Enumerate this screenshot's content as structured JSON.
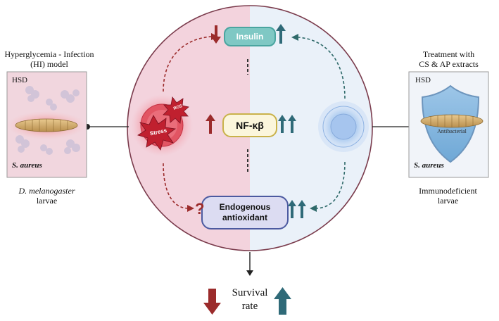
{
  "left_model": {
    "title": "Hyperglycemia - Infection\n(HI) model",
    "diet_label": "HSD",
    "pathogen_label": "S. aureus",
    "organism_label": "D. melanogaster",
    "organism_stage": "larvae"
  },
  "right_model": {
    "title": "Treatment with\nCS & AP extracts",
    "diet_label": "HSD",
    "shield_label": "Antibacterial",
    "pathogen_label": "S. aureus",
    "caption": "Immunodeficient\nlarvae"
  },
  "center": {
    "insulin_label": "Insulin",
    "nfkb_label": "NF-κβ",
    "antioxidant_label": "Endogenous\nantioxidant",
    "stress_label": "Stress",
    "ros_label": "ROS",
    "question_mark": "?"
  },
  "outcome": {
    "label": "Survival\nrate"
  },
  "colors": {
    "left_half": "#f3d3dd",
    "right_half": "#e9f0f8",
    "circle_outline": "#7a2a3a",
    "down_arrow": "#9b2b2b",
    "up_arrow": "#2f6a78",
    "insulin_fill": "#7fc8c4",
    "nfkb_fill": "#fbf6dc",
    "nfkb_border": "#c9b24a",
    "antioxidant_fill": "#dcdcf2",
    "antioxidant_border": "#4c5aa0"
  }
}
